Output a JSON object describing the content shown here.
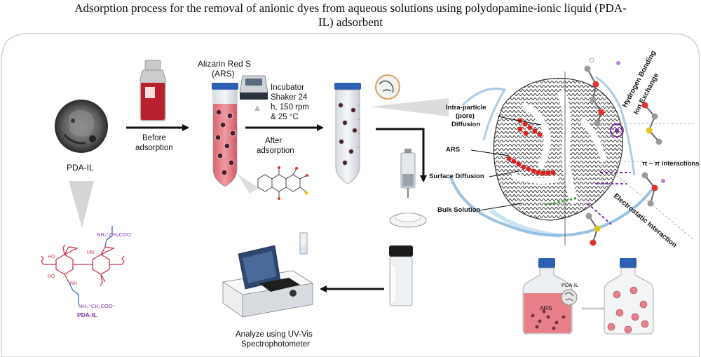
{
  "title": {
    "line1": "Adsorption process for the removal of anionic dyes from aqueous solutions using polydopamine-ionic liquid (PDA-",
    "line2": "IL) adsorbent"
  },
  "labels": {
    "pda_il": "PDA-IL",
    "before_adsorption_1": "Before",
    "before_adsorption_2": "adsorption",
    "alizarin_1": "Alizarin Red S",
    "alizarin_2": "(ARS)",
    "incubator_1": "Incubator",
    "incubator_2": "Shaker 24",
    "incubator_3": "h, 150 rpm",
    "incubator_4": "& 25 °C",
    "after_adsorption_1": "After",
    "after_adsorption_2": "adsorption",
    "intra_particle_1": "Intra-particle",
    "intra_particle_2": "(pore)",
    "intra_particle_3": "Diffusion",
    "ars": "ARS",
    "surface_diffusion": "Surface Diffusion",
    "bulk_solution": "Bulk Solution",
    "hydrogen_bonding": "Hydrogen Bonding",
    "ion_exchange": "Ion Exchange",
    "pi_pi": "π – π interactions",
    "electrostatic": "Electrostatic Interaction",
    "analyze_1": "Analyze using UV-Vis",
    "analyze_2": "Spectrophotometer",
    "bottle_ars": "ARS",
    "bottle_pda": "PDA-IL",
    "struct_top": "NH₃⁺CH₂COO⁻",
    "struct_bottom": "NH₃⁺CH₂COO⁻",
    "struct_name": "PDA-IL",
    "oh": "HO",
    "nh": "NH",
    "hn": "HN"
  },
  "colors": {
    "dye": "#e8808a",
    "dye_dark": "#d86870",
    "cap_blue": "#2d5fb3",
    "arrow": "#111111",
    "structure": "#d0344a",
    "structure_label": "#7b2fa8",
    "adsorbent": "#555555",
    "ars_dot": "#e02020",
    "splash": "#4a90c8"
  }
}
